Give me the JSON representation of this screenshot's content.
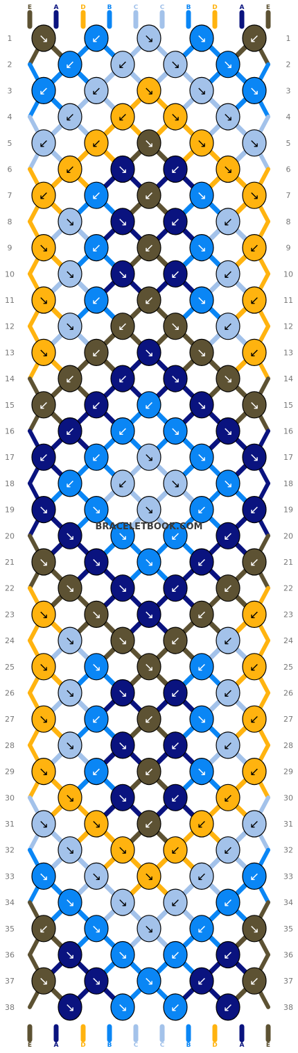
{
  "watermark": "BRACELETBOOK.COM",
  "colors": {
    "E": "#5d5233",
    "A": "#0a137f",
    "D": "#ffb30f",
    "B": "#0a86f5",
    "C": "#a3c2ea"
  },
  "top_strands": [
    "E",
    "A",
    "D",
    "B",
    "C",
    "C",
    "B",
    "D",
    "A",
    "E"
  ],
  "bottom_strands": [
    "E",
    "A",
    "D",
    "B",
    "C",
    "C",
    "B",
    "D",
    "A",
    "E"
  ],
  "row_numbers": [
    "1",
    "2",
    "3",
    "4",
    "5",
    "6",
    "7",
    "8",
    "9",
    "10",
    "11",
    "12",
    "13",
    "14",
    "15",
    "16",
    "17",
    "18",
    "19",
    "20",
    "21",
    "22",
    "23",
    "24",
    "25",
    "26",
    "27",
    "28",
    "29",
    "30",
    "31",
    "32",
    "33",
    "34",
    "35",
    "36",
    "37",
    "38"
  ],
  "knots": [
    [
      {
        "c": "E",
        "d": "↘"
      },
      {
        "c": "B",
        "d": "↙"
      },
      {
        "c": "C",
        "d": "↘"
      },
      {
        "c": "B",
        "d": "↘"
      },
      {
        "c": "E",
        "d": "↙"
      }
    ],
    [
      {
        "c": "B",
        "d": "↙"
      },
      {
        "c": "C",
        "d": "↙"
      },
      {
        "c": "C",
        "d": "↘"
      },
      {
        "c": "B",
        "d": "↘"
      }
    ],
    [
      {
        "c": "B",
        "d": "↙"
      },
      {
        "c": "C",
        "d": "↙"
      },
      {
        "c": "D",
        "d": "↘"
      },
      {
        "c": "C",
        "d": "↘"
      },
      {
        "c": "B",
        "d": "↘"
      }
    ],
    [
      {
        "c": "C",
        "d": "↙"
      },
      {
        "c": "D",
        "d": "↙"
      },
      {
        "c": "D",
        "d": "↘"
      },
      {
        "c": "C",
        "d": "↘"
      }
    ],
    [
      {
        "c": "C",
        "d": "↙"
      },
      {
        "c": "D",
        "d": "↙"
      },
      {
        "c": "E",
        "d": "↘"
      },
      {
        "c": "D",
        "d": "↘"
      },
      {
        "c": "C",
        "d": "↘"
      }
    ],
    [
      {
        "c": "D",
        "d": "↙"
      },
      {
        "c": "A",
        "d": "↘"
      },
      {
        "c": "A",
        "d": "↙"
      },
      {
        "c": "D",
        "d": "↘"
      }
    ],
    [
      {
        "c": "D",
        "d": "↙"
      },
      {
        "c": "B",
        "d": "↙"
      },
      {
        "c": "E",
        "d": "↙"
      },
      {
        "c": "B",
        "d": "↘"
      },
      {
        "c": "D",
        "d": "↘"
      }
    ],
    [
      {
        "c": "C",
        "d": "↘"
      },
      {
        "c": "A",
        "d": "↘"
      },
      {
        "c": "A",
        "d": "↙"
      },
      {
        "c": "C",
        "d": "↙"
      }
    ],
    [
      {
        "c": "D",
        "d": "↘"
      },
      {
        "c": "B",
        "d": "↙"
      },
      {
        "c": "E",
        "d": "↙"
      },
      {
        "c": "B",
        "d": "↘"
      },
      {
        "c": "D",
        "d": "↙"
      }
    ],
    [
      {
        "c": "C",
        "d": "↘"
      },
      {
        "c": "A",
        "d": "↘"
      },
      {
        "c": "A",
        "d": "↙"
      },
      {
        "c": "C",
        "d": "↙"
      }
    ],
    [
      {
        "c": "D",
        "d": "↘"
      },
      {
        "c": "B",
        "d": "↙"
      },
      {
        "c": "E",
        "d": "↙"
      },
      {
        "c": "B",
        "d": "↘"
      },
      {
        "c": "D",
        "d": "↙"
      }
    ],
    [
      {
        "c": "C",
        "d": "↘"
      },
      {
        "c": "E",
        "d": "↙"
      },
      {
        "c": "E",
        "d": "↘"
      },
      {
        "c": "C",
        "d": "↙"
      }
    ],
    [
      {
        "c": "D",
        "d": "↘"
      },
      {
        "c": "E",
        "d": "↙"
      },
      {
        "c": "A",
        "d": "↘"
      },
      {
        "c": "E",
        "d": "↘"
      },
      {
        "c": "D",
        "d": "↙"
      }
    ],
    [
      {
        "c": "E",
        "d": "↙"
      },
      {
        "c": "A",
        "d": "↙"
      },
      {
        "c": "A",
        "d": "↘"
      },
      {
        "c": "E",
        "d": "↘"
      }
    ],
    [
      {
        "c": "E",
        "d": "↙"
      },
      {
        "c": "A",
        "d": "↙"
      },
      {
        "c": "B",
        "d": "↙"
      },
      {
        "c": "A",
        "d": "↘"
      },
      {
        "c": "E",
        "d": "↘"
      }
    ],
    [
      {
        "c": "A",
        "d": "↙"
      },
      {
        "c": "B",
        "d": "↙"
      },
      {
        "c": "B",
        "d": "↘"
      },
      {
        "c": "A",
        "d": "↘"
      }
    ],
    [
      {
        "c": "A",
        "d": "↙"
      },
      {
        "c": "B",
        "d": "↙"
      },
      {
        "c": "C",
        "d": "↘"
      },
      {
        "c": "B",
        "d": "↘"
      },
      {
        "c": "A",
        "d": "↘"
      }
    ],
    [
      {
        "c": "B",
        "d": "↙"
      },
      {
        "c": "C",
        "d": "↙"
      },
      {
        "c": "C",
        "d": "↘"
      },
      {
        "c": "B",
        "d": "↘"
      }
    ],
    [
      {
        "c": "A",
        "d": "↘"
      },
      {
        "c": "B",
        "d": "↘"
      },
      {
        "c": "C",
        "d": "↘"
      },
      {
        "c": "B",
        "d": "↙"
      },
      {
        "c": "A",
        "d": "↙"
      }
    ],
    [
      {
        "c": "A",
        "d": "↘"
      },
      {
        "c": "B",
        "d": "↘"
      },
      {
        "c": "B",
        "d": "↙"
      },
      {
        "c": "A",
        "d": "↙"
      }
    ],
    [
      {
        "c": "E",
        "d": "↘"
      },
      {
        "c": "A",
        "d": "↘"
      },
      {
        "c": "B",
        "d": "↘"
      },
      {
        "c": "A",
        "d": "↙"
      },
      {
        "c": "E",
        "d": "↙"
      }
    ],
    [
      {
        "c": "E",
        "d": "↘"
      },
      {
        "c": "A",
        "d": "↘"
      },
      {
        "c": "A",
        "d": "↙"
      },
      {
        "c": "E",
        "d": "↙"
      }
    ],
    [
      {
        "c": "D",
        "d": "↘"
      },
      {
        "c": "E",
        "d": "↘"
      },
      {
        "c": "A",
        "d": "↘"
      },
      {
        "c": "E",
        "d": "↙"
      },
      {
        "c": "D",
        "d": "↙"
      }
    ],
    [
      {
        "c": "C",
        "d": "↘"
      },
      {
        "c": "E",
        "d": "↘"
      },
      {
        "c": "E",
        "d": "↙"
      },
      {
        "c": "C",
        "d": "↙"
      }
    ],
    [
      {
        "c": "D",
        "d": "↘"
      },
      {
        "c": "B",
        "d": "↘"
      },
      {
        "c": "E",
        "d": "↘"
      },
      {
        "c": "B",
        "d": "↙"
      },
      {
        "c": "D",
        "d": "↙"
      }
    ],
    [
      {
        "c": "C",
        "d": "↘"
      },
      {
        "c": "A",
        "d": "↘"
      },
      {
        "c": "A",
        "d": "↙"
      },
      {
        "c": "C",
        "d": "↙"
      }
    ],
    [
      {
        "c": "D",
        "d": "↘"
      },
      {
        "c": "B",
        "d": "↙"
      },
      {
        "c": "E",
        "d": "↙"
      },
      {
        "c": "B",
        "d": "↘"
      },
      {
        "c": "D",
        "d": "↙"
      }
    ],
    [
      {
        "c": "C",
        "d": "↘"
      },
      {
        "c": "A",
        "d": "↘"
      },
      {
        "c": "A",
        "d": "↙"
      },
      {
        "c": "C",
        "d": "↙"
      }
    ],
    [
      {
        "c": "D",
        "d": "↘"
      },
      {
        "c": "B",
        "d": "↙"
      },
      {
        "c": "E",
        "d": "↙"
      },
      {
        "c": "B",
        "d": "↘"
      },
      {
        "c": "D",
        "d": "↙"
      }
    ],
    [
      {
        "c": "D",
        "d": "↘"
      },
      {
        "c": "A",
        "d": "↘"
      },
      {
        "c": "A",
        "d": "↙"
      },
      {
        "c": "D",
        "d": "↙"
      }
    ],
    [
      {
        "c": "C",
        "d": "↘"
      },
      {
        "c": "D",
        "d": "↘"
      },
      {
        "c": "E",
        "d": "↙"
      },
      {
        "c": "D",
        "d": "↙"
      },
      {
        "c": "C",
        "d": "↙"
      }
    ],
    [
      {
        "c": "C",
        "d": "↘"
      },
      {
        "c": "D",
        "d": "↘"
      },
      {
        "c": "D",
        "d": "↙"
      },
      {
        "c": "C",
        "d": "↙"
      }
    ],
    [
      {
        "c": "B",
        "d": "↘"
      },
      {
        "c": "C",
        "d": "↘"
      },
      {
        "c": "D",
        "d": "↘"
      },
      {
        "c": "C",
        "d": "↙"
      },
      {
        "c": "B",
        "d": "↙"
      }
    ],
    [
      {
        "c": "B",
        "d": "↘"
      },
      {
        "c": "C",
        "d": "↘"
      },
      {
        "c": "C",
        "d": "↙"
      },
      {
        "c": "B",
        "d": "↙"
      }
    ],
    [
      {
        "c": "E",
        "d": "↙"
      },
      {
        "c": "B",
        "d": "↘"
      },
      {
        "c": "C",
        "d": "↘"
      },
      {
        "c": "B",
        "d": "↙"
      },
      {
        "c": "E",
        "d": "↘"
      }
    ],
    [
      {
        "c": "A",
        "d": "↘"
      },
      {
        "c": "B",
        "d": "↘"
      },
      {
        "c": "B",
        "d": "↙"
      },
      {
        "c": "A",
        "d": "↙"
      }
    ],
    [
      {
        "c": "E",
        "d": "↘"
      },
      {
        "c": "A",
        "d": "↘"
      },
      {
        "c": "B",
        "d": "↘"
      },
      {
        "c": "A",
        "d": "↙"
      },
      {
        "c": "E",
        "d": "↙"
      }
    ],
    [
      {
        "c": "A",
        "d": "↘"
      },
      {
        "c": "B",
        "d": "↘"
      },
      {
        "c": "B",
        "d": "↙"
      },
      {
        "c": "A",
        "d": "↙"
      }
    ]
  ]
}
